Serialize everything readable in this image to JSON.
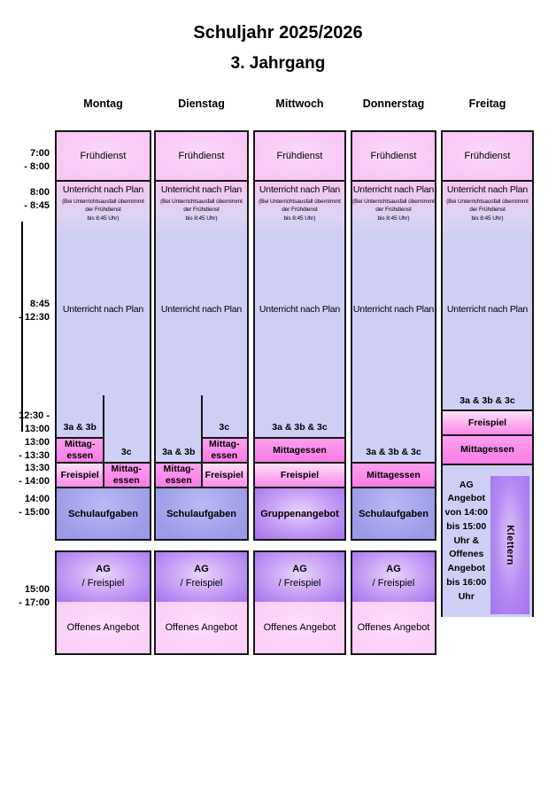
{
  "title": {
    "line1": "Schuljahr 2025/2026",
    "line2": "3. Jahrgang"
  },
  "days": [
    "Montag",
    "Dienstag",
    "Mittwoch",
    "Donnerstag",
    "Freitag"
  ],
  "times": [
    "7:00\n- 8:00",
    "8:00\n- 8:45",
    "8:45\n- 12:30",
    "12:30 -\n13:00",
    "13:00\n- 13:30",
    "13:30\n- 14:00",
    "14:00\n- 15:00",
    "15:00\n- 17:00"
  ],
  "labels": {
    "fruehdienst": "Frühdienst",
    "unterricht": "Unterricht nach Plan",
    "unterricht_note": "(Bei Unterrichtsausfall übernimmt\nder Frühdienst\nbis 8:45 Uhr)",
    "group_3a_3b": "3a & 3b",
    "group_3c": "3c",
    "group_all": "3a & 3b & 3c",
    "mittagessen": "Mittagessen",
    "mittagessen_split": "Mittag-\nessen",
    "freispiel": "Freispiel",
    "schulaufgaben": "Schulaufgaben",
    "gruppenangebot": "Gruppenangebot",
    "ag": "AG",
    "ag_freispiel_suffix": "/ Freispiel",
    "offenes_angebot": "Offenes Angebot",
    "friday_afternoon": "AG\nAngebot\nvon 14:00\nbis 15:00\nUhr &\nOffenes\nAngebot\nbis 16:00\nUhr",
    "klettern": "Klettern"
  },
  "colors": {
    "pink-light": "#f8c7f5",
    "lavender": "#cfcef4",
    "periwinkle": "#9b9ae8",
    "purple-light": "#e6d6fb",
    "purple-deep": "#a572ee",
    "offenes-pink": "#fbd0f8",
    "border": "#161616"
  }
}
